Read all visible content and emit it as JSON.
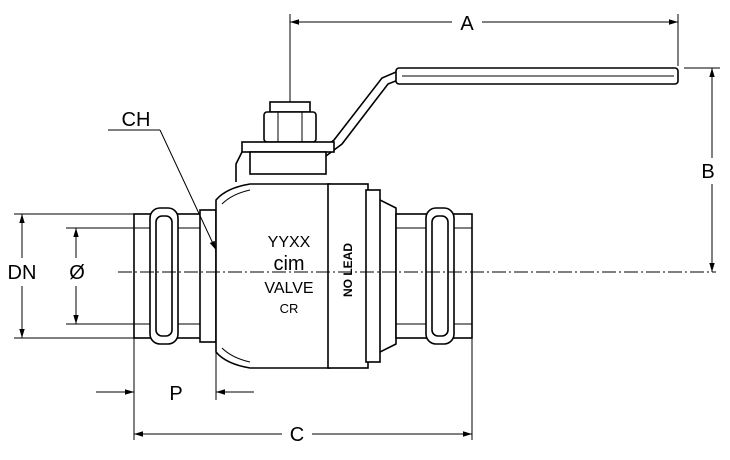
{
  "dimensions": {
    "a": "A",
    "b": "B",
    "c": "C",
    "p": "P",
    "dn": "DN",
    "diameter": "Ø",
    "ch": "CH"
  },
  "body_markings": {
    "date_code": "YYXX",
    "brand": "cim",
    "product": "VALVE",
    "logo": "CR",
    "lead_free": "NO LEAD"
  }
}
